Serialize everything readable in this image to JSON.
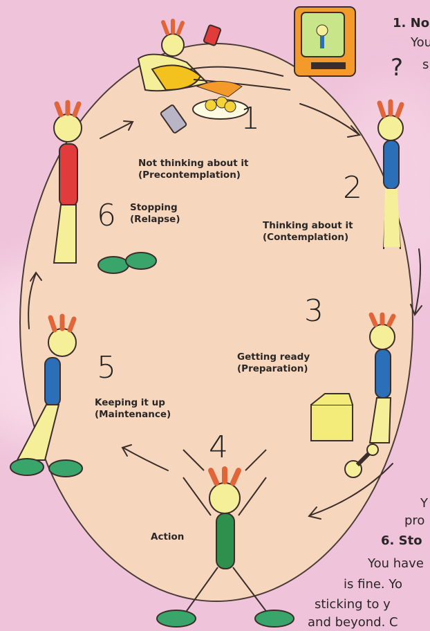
{
  "stages": [
    {
      "number": "1",
      "name": "Not thinking about it",
      "formal": "(Precontemplation)"
    },
    {
      "number": "2",
      "name": "Thinking about it",
      "formal": "(Contemplation)"
    },
    {
      "number": "3",
      "name": "Getting ready",
      "formal": "(Preparation)"
    },
    {
      "number": "4",
      "name": "Action",
      "formal": ""
    },
    {
      "number": "5",
      "name": "Keeping it up",
      "formal": "(Maintenance)"
    },
    {
      "number": "6",
      "name": "Stopping",
      "formal": "(Relapse)"
    }
  ],
  "side_panel": {
    "heading_1": "1. No",
    "line_1": "You",
    "line_2": "s",
    "question_mark": "?",
    "line_y": "Y",
    "line_pro": "pro",
    "heading_6": "6. Sto",
    "line_6a": "You have",
    "line_6b": "is fine. Yo",
    "line_6c": "sticking to y",
    "line_6d": "and beyond. C"
  },
  "colors": {
    "oval_fill": "#f6d7bd",
    "background": "#efc3da",
    "skin": "#f5ef9a",
    "hair": "#e0663a",
    "shirt_red": "#e23b3b",
    "shirt_blue": "#2a6fb8",
    "shirt_green": "#2f8f4c",
    "shoe_green": "#3aa56a",
    "tv_orange": "#f39a2b"
  }
}
